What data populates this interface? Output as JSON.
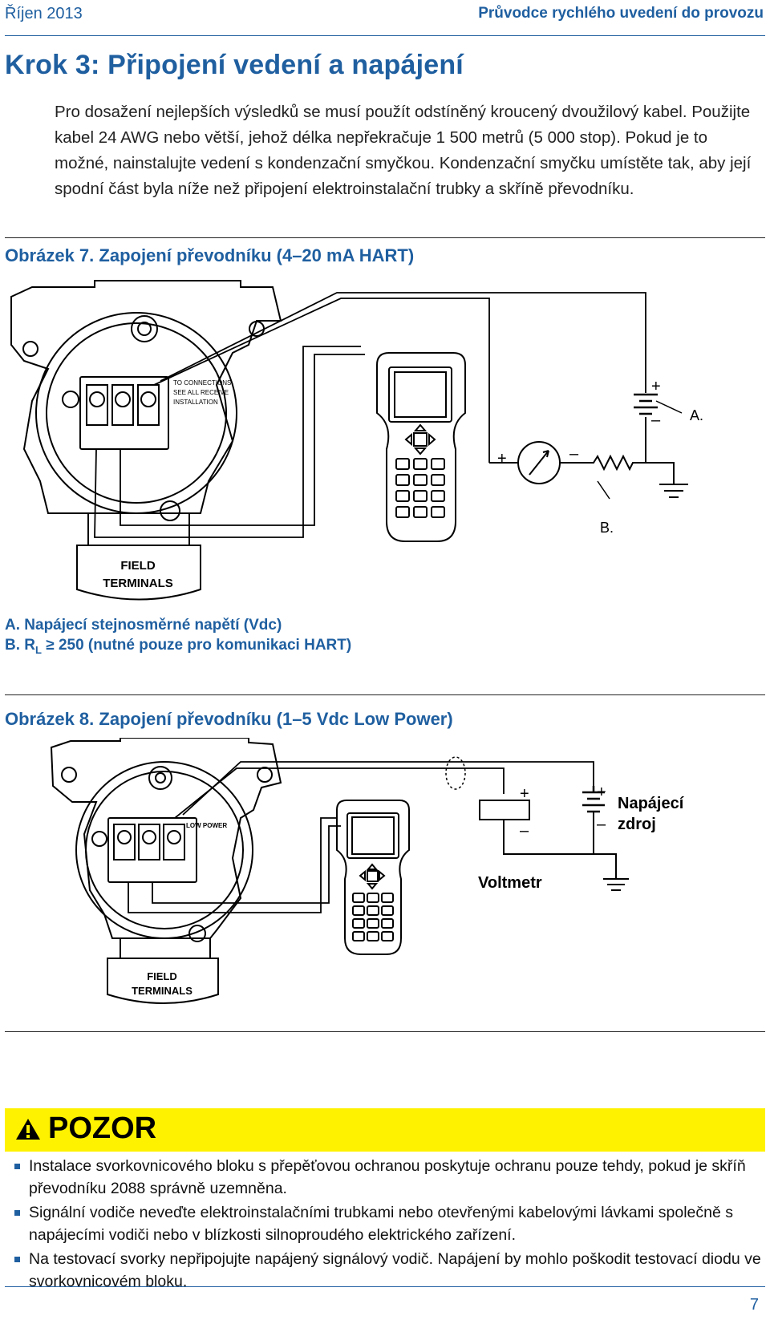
{
  "header": {
    "date": "Říjen 2013",
    "guide_title": "Průvodce rychlého uvedení do provozu"
  },
  "section": {
    "title": "Krok 3: Připojení vedení a napájení",
    "intro": "Pro dosažení nejlepších výsledků se musí použít odstíněný kroucený dvoužilový kabel. Použijte kabel 24 AWG nebo větší, jehož délka nepřekračuje 1 500 metrů (5 000 stop). Pokud je to možné, nainstalujte vedení s kondenzační smyčkou. Kondenzační smyčku umístěte tak, aby její spodní část byla níže než připojení elektroinstalační trubky a skříně převodníku."
  },
  "figure7": {
    "title": "Obrázek 7. Zapojení převodníku (4–20 mA HART)",
    "terminal_label_1": "FIELD",
    "terminal_label_2": "TERMINALS",
    "callout_a": "A.",
    "callout_b": "B.",
    "plus": "+",
    "minus": "–",
    "legend_a": "A. Napájecí stejnosměrné napětí (Vdc)",
    "legend_b_prefix": "B. R",
    "legend_b_sub": "L",
    "legend_b_suffix": " ≥  250 (nutné pouze pro komunikaci HART)"
  },
  "figure8": {
    "title": "Obrázek 8. Zapojení převodníku (1–5 Vdc Low Power)",
    "terminal_label_1": "FIELD",
    "terminal_label_2": "TERMINALS",
    "power_label_1": "Napájecí",
    "power_label_2": "zdroj",
    "voltmeter_label": "Voltmetr",
    "low_power_text": "LOW POWER",
    "plus": "+",
    "minus": "–"
  },
  "caution": {
    "title": "POZOR",
    "items": [
      "Instalace svorkovnicového bloku s přepěťovou ochranou poskytuje ochranu pouze tehdy, pokud je skříň převodníku 2088 správně uzemněna.",
      "Signální vodiče neveďte elektroinstalačními trubkami nebo otevřenými kabelovými lávkami společně s napájecími vodiči nebo v blízkosti silnoproudého elektrického zařízení.",
      "Na testovací svorky nepřipojujte napájený signálový vodič. Napájení by mohlo poškodit testovací diodu ve svorkovnicovém bloku."
    ]
  },
  "footer": {
    "page_number": "7"
  },
  "colors": {
    "heading_blue": "#1f5fa0",
    "caution_yellow": "#fff200"
  },
  "icons": [
    "warning-triangle-icon",
    "bullet-square-icon"
  ]
}
